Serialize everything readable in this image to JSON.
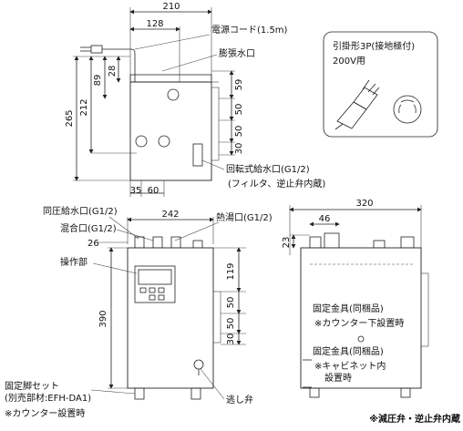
{
  "top_view": {
    "width_total": "210",
    "width_pipe": "128",
    "height_total": "265",
    "height_212": "212",
    "height_89": "89",
    "height_28": "28",
    "right_59": "59",
    "right_50": "50",
    "right_50b": "50",
    "right_30": "30",
    "bottom_35": "35",
    "bottom_60": "60",
    "label_power_cord": "電源コード(1.5m)",
    "label_expansion": "膨張水口",
    "label_rotary_inlet": "回転式給水口(G1/2)",
    "label_rotary_note": "(フィルタ、逆止弁内蔵)"
  },
  "plug_box": {
    "line1": "引掛形3P(接地極付)",
    "line2": "200V用"
  },
  "front_view": {
    "width_242": "242",
    "height_390": "390",
    "offset_26": "26",
    "right_119": "119",
    "right_50": "50",
    "right_50b": "50",
    "right_30": "30",
    "label_pressure_inlet": "同圧給水口(G1/2)",
    "label_mix": "混合口(G1/2)",
    "label_hot": "熱湯口(G1/2)",
    "label_panel": "操作部",
    "label_foot_1": "固定脚セット",
    "label_foot_2": "(別売部材:EFH-DA1)",
    "label_foot_3": "※カウンター設置時",
    "label_drain": "逃し弁"
  },
  "side_view": {
    "width_320": "320",
    "width_46": "46",
    "height_23": "23",
    "label_bracket1": "固定金具(同梱品)",
    "label_bracket1_note": "※カウンター下設置時",
    "label_bracket2": "固定金具(同梱品)",
    "label_bracket2_note_a": "※キャビネット内",
    "label_bracket2_note_b": "設置時"
  },
  "footnote": "※減圧弁・逆止弁内蔵"
}
